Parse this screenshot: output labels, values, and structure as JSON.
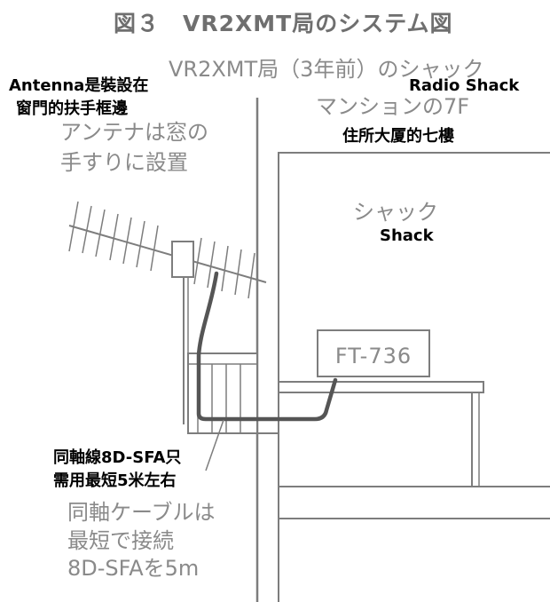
{
  "title": "図３　VR2XMT局のシステム図",
  "labels_jp": {
    "shack_heading": "VR2XMT局（3年前）のシャック",
    "mansion": "マンションの7F",
    "antenna_line1": "アンテナは窓の",
    "antenna_line2": "手すりに設置",
    "shack": "シャック",
    "coax_line1": "同軸ケーブルは",
    "coax_line2": "最短で接続",
    "coax_line3": "8D-SFAを5m"
  },
  "labels_zh": {
    "antenna_line1": "Antenna是裝設在",
    "antenna_line2": "窗門的扶手框邊",
    "radio_shack": "Radio Shack",
    "residence": "住所大厦的七樓",
    "shack": "Shack",
    "coax_line1": "同軸線8D-SFA只",
    "coax_line2": "需用最短5米左右"
  },
  "radio": {
    "model": "FT-736"
  },
  "colors": {
    "line": "#7d7d7d",
    "cable": "#555555",
    "japanese_text": "#8a8a8a",
    "chinese_text": "#000000"
  }
}
